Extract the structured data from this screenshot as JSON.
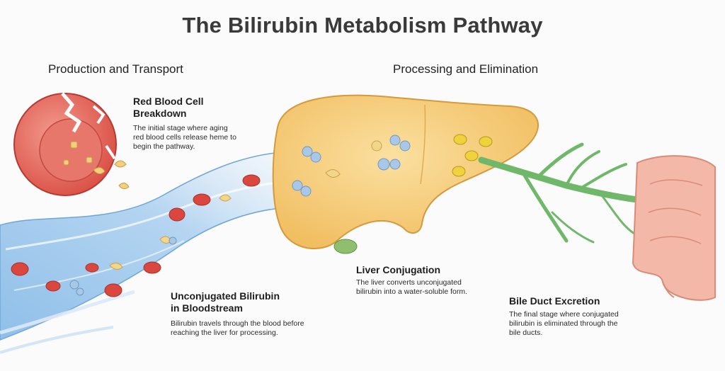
{
  "title": "The Bilirubin Metabolism Pathway",
  "sections": {
    "left": "Production and Transport",
    "right": "Processing and Elimination"
  },
  "steps": {
    "rbc": {
      "title": "Red Blood Cell Breakdown",
      "description": "The initial stage where aging red blood cells release heme to begin the pathway."
    },
    "bloodstream": {
      "title": "Unconjugated Bilirubin in Bloodstream",
      "description": "Bilirubin travels through the blood before reaching the liver for processing."
    },
    "liver": {
      "title": "Liver Conjugation",
      "description": "The liver converts unconjugated bilirubin into a water-soluble form."
    },
    "bile": {
      "title": "Bile Duct Excretion",
      "description": "The final stage where conjugated bilirubin is eliminated through the bile ducts."
    }
  },
  "colors": {
    "rbc": "#e05a4f",
    "vessel": "#a9cdee",
    "liver": "#f5c86e",
    "bile_duct": "#6fb86a",
    "intestine": "#f3b8a8",
    "unconjugated": "#f2d68c",
    "molecule_blue": "#a9c8e8",
    "conjugated": "#f0d23c"
  }
}
